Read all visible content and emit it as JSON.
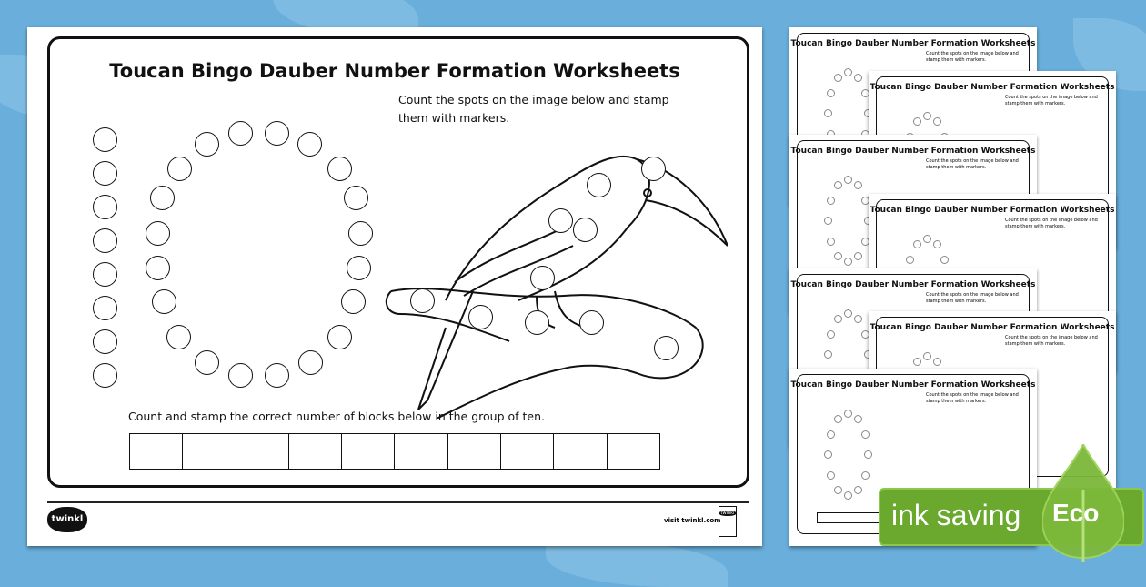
{
  "main_sheet": {
    "title": "Toucan Bingo Dauber Number Formation Worksheets",
    "instruction": "Count the spots on the image below and stamp them with markers.",
    "blocks_instruction": "Count and stamp the correct number of blocks below in the group of ten.",
    "block_count": 10,
    "number_shown": "10",
    "footer": {
      "logo": "twinkl",
      "visit": "visit twinkl.com",
      "seal": "twinkl Quality Standard Approved"
    }
  },
  "thumbnails": {
    "title": "Toucan Bingo Dauber Number Formation Worksheets",
    "instruction": "Count the spots on the image below and stamp them with markers.",
    "blocks_instruction": "Count and stamp the correct number of blocks below in the group of ten.",
    "count": 7
  },
  "badge": {
    "label": "ink saving",
    "eco": "Eco",
    "color": "#6aa82e"
  },
  "colors": {
    "background": "#6aaedb",
    "leaf": "#8cc3e6"
  }
}
